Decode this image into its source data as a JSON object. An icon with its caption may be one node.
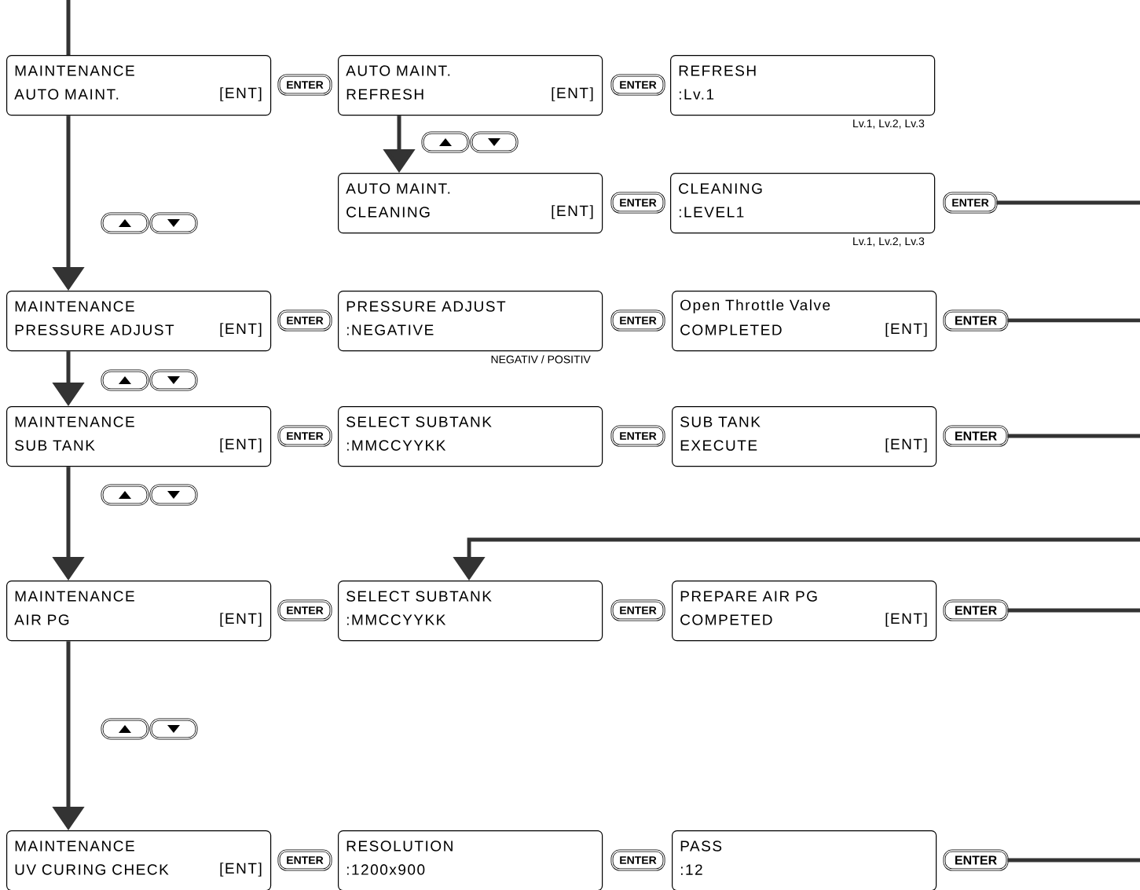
{
  "diagram": {
    "nodes": [
      {
        "text": [
          "MAINTENANCE",
          "AUTO MAINT.",
          "[ENT]"
        ]
      },
      {
        "text": [
          "ENTER"
        ]
      },
      {
        "text": [
          "AUTO MAINT.",
          "REFRESH",
          "[ENT]"
        ]
      },
      {
        "text": [
          "ENTER"
        ]
      },
      {
        "text": [
          "REFRESH",
          ":Lv.1"
        ],
        "beside": [
          "Lv.1, Lv.2, Lv.3"
        ]
      },
      {
        "text": [
          "AUTO MAINT.",
          "CLEANING",
          "[ENT]"
        ]
      },
      {
        "text": [
          "ENTER"
        ]
      },
      {
        "text": [
          "CLEANING",
          ":LEVEL1"
        ],
        "beside": [
          "Lv.1, Lv.2, Lv.3"
        ]
      },
      {
        "text": [
          "ENTER"
        ]
      },
      {
        "text": [
          "MAINTENANCE",
          "PRESSURE ADJUST",
          "[ENT]"
        ]
      },
      {
        "text": [
          "ENTER"
        ]
      },
      {
        "text": [
          "PRESSURE ADJUST",
          ":NEGATIVE"
        ],
        "beside": [
          "NEGATIV / POSITIV"
        ]
      },
      {
        "text": [
          "ENTER"
        ]
      },
      {
        "text": [
          "Open Throttle Valve",
          "COMPLETED",
          "[ENT]"
        ]
      },
      {
        "text": [
          "ENTER"
        ]
      },
      {
        "text": [
          "MAINTENANCE",
          "SUB TANK",
          "[ENT]"
        ]
      },
      {
        "text": [
          "ENTER"
        ]
      },
      {
        "text": [
          "SELECT SUBTANK",
          ":MMCCYYKK"
        ]
      },
      {
        "text": [
          "ENTER"
        ]
      },
      {
        "text": [
          "SUB TANK",
          "EXECUTE",
          "[ENT]"
        ]
      },
      {
        "text": [
          "ENTER"
        ]
      },
      {
        "text": [
          "MAINTENANCE",
          "AIR PG",
          "[ENT]"
        ]
      },
      {
        "text": [
          "ENTER"
        ]
      },
      {
        "text": [
          "SELECT SUBTANK",
          ":MMCCYYKK"
        ]
      },
      {
        "text": [
          "ENTER"
        ]
      },
      {
        "text": [
          "PREPARE AIR PG",
          "COMPETED",
          "[ENT]"
        ]
      },
      {
        "text": [
          "ENTER"
        ]
      },
      {
        "text": [
          "MAINTENANCE",
          "UV CURING CHECK",
          "[ENT]"
        ]
      },
      {
        "text": [
          "ENTER"
        ]
      },
      {
        "text": [
          "RESOLUTION",
          ":1200x900"
        ]
      },
      {
        "text": [
          "ENTER"
        ]
      },
      {
        "text": [
          "PASS",
          ":12"
        ]
      },
      {
        "text": [
          "ENTER"
        ]
      }
    ],
    "edges": [
      {
        "from": null,
        "to": 0,
        "arrow": "none"
      },
      {
        "from": 0,
        "to": 9,
        "arrow": "to"
      },
      {
        "from": 2,
        "to": 5,
        "arrow": "to"
      },
      {
        "from": 9,
        "to": 15,
        "arrow": "to"
      },
      {
        "from": 15,
        "to": 21,
        "arrow": "to"
      },
      {
        "from": 21,
        "to": 27,
        "arrow": "to"
      },
      {
        "from": null,
        "to": 23,
        "arrow": "to"
      },
      {
        "from": 8,
        "to": null,
        "arrow": "none"
      },
      {
        "from": 14,
        "to": null,
        "arrow": "none"
      },
      {
        "from": 20,
        "to": null,
        "arrow": "none"
      },
      {
        "from": 26,
        "to": null,
        "arrow": "none"
      },
      {
        "from": 32,
        "to": null,
        "arrow": "none"
      }
    ]
  }
}
